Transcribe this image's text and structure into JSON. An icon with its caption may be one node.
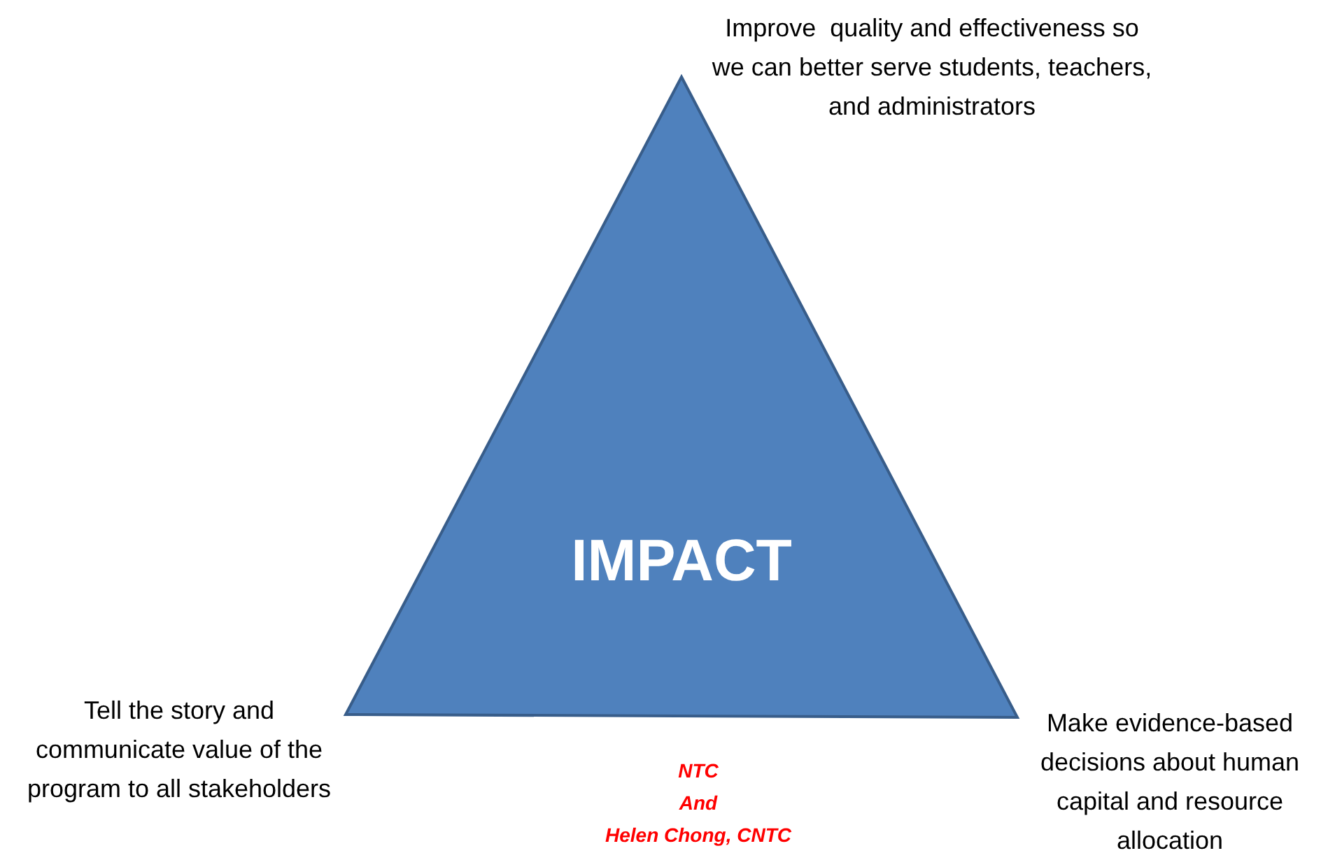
{
  "diagram": {
    "nodes": [
      {
        "text": [
          "IMPACT"
        ]
      }
    ],
    "edges": [],
    "labels": [
      "Improve  quality and effectiveness so we can better serve students, teachers, and administrators",
      "Tell the story and communicate value of the program to all stakeholders",
      "Make evidence-based decisions about human capital and resource allocation",
      "NTC",
      "And",
      "Helen Chong, CNTC"
    ]
  }
}
